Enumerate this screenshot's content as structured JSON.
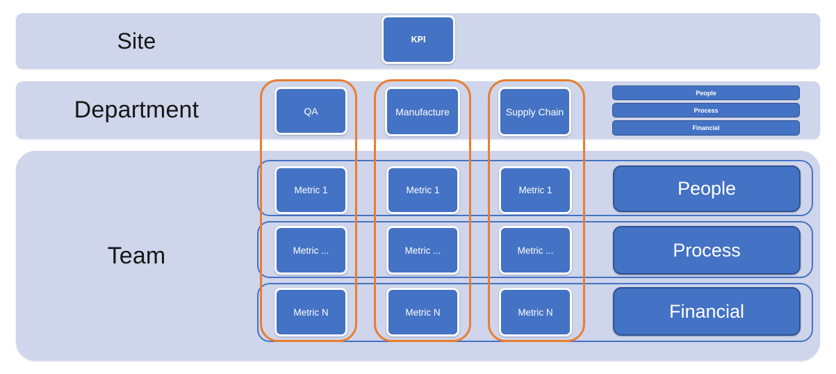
{
  "palette": {
    "band_background": "#CFD5EA",
    "box_blue": "#4472C4",
    "box_white_border": "#FBFBFD",
    "dark_blue_border": "#2F528F",
    "orange_group_outline": "#E97D2E",
    "blue_row_outline": "#4472C4",
    "label_text": "#161616",
    "box_text": "#FFFFFF"
  },
  "site": {
    "label": "Site",
    "kpi_label": "KPI"
  },
  "department": {
    "label": "Department",
    "departments": [
      "QA",
      "Manufacture",
      "Supply Chain"
    ],
    "small_categories": [
      "People",
      "Process",
      "Financial"
    ]
  },
  "team": {
    "label": "Team",
    "metric_rows": [
      {
        "category": "People",
        "metrics": [
          "Metric 1",
          "Metric 1",
          "Metric 1"
        ]
      },
      {
        "category": "Process",
        "metrics": [
          "Metric ...",
          "Metric ...",
          "Metric ..."
        ]
      },
      {
        "category": "Financial",
        "metrics": [
          "Metric N",
          "Metric N",
          "Metric N"
        ]
      }
    ]
  }
}
